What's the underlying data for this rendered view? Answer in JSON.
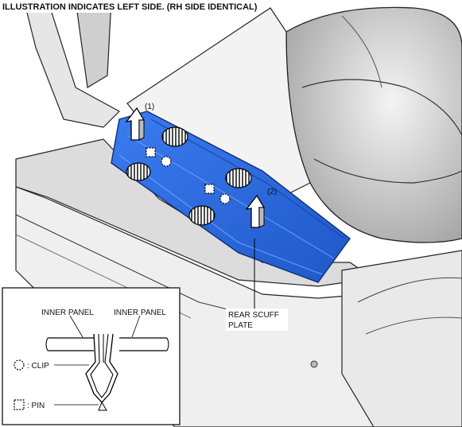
{
  "header": {
    "title": "ILLUSTRATION INDICATES LEFT SIDE. (RH SIDE IDENTICAL)"
  },
  "callouts": {
    "step_1": "(1)",
    "step_2": "(2)",
    "part_line1": "REAR SCUFF",
    "part_line2": "PLATE"
  },
  "inset": {
    "inner_panel_left": "INNER PANEL",
    "inner_panel_right": "INNER PANEL",
    "clip_legend": ": CLIP",
    "pin_legend": ": PIN"
  },
  "colors": {
    "plate": "#2f6fe0",
    "plate_dark": "#1d4fb8",
    "body_shade": "#d7d7d7",
    "line": "#111111"
  }
}
